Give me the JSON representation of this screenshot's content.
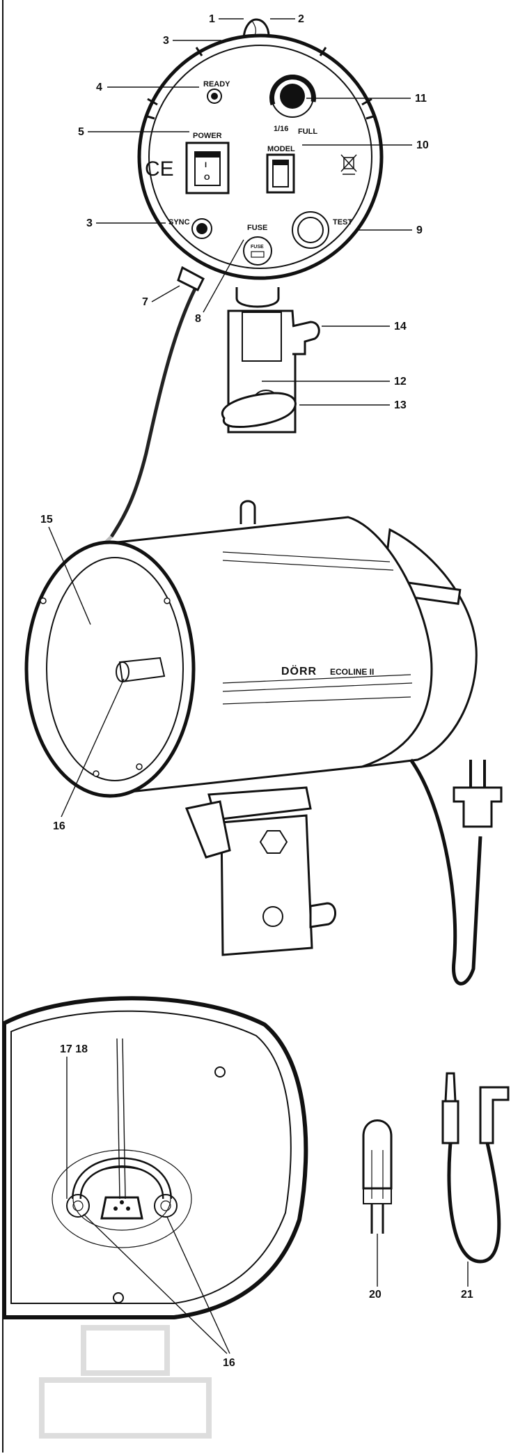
{
  "unit_back_labels": {
    "ready": "READY",
    "power": "POWER",
    "model": "MODEL",
    "sync": "SYNC",
    "fuse": "FUSE",
    "test": "TEST",
    "min_power": "1/16",
    "max_power": "FULL",
    "fuse_cap": "FUSE",
    "ce_mark": "CE",
    "switch_on": "I",
    "switch_off": "O"
  },
  "brand": {
    "name": "DÖRR",
    "model": "ECOLINE II"
  },
  "callouts": {
    "n1": "1",
    "n2": "2",
    "n3a": "3",
    "n3b": "3",
    "n4": "4",
    "n5": "5",
    "n7": "7",
    "n8": "8",
    "n9": "9",
    "n10": "10",
    "n11": "11",
    "n12": "12",
    "n13": "13",
    "n14": "14",
    "n15": "15",
    "n16a": "16",
    "n16b": "16",
    "n1718": "17 18",
    "n20": "20",
    "n21": "21"
  }
}
